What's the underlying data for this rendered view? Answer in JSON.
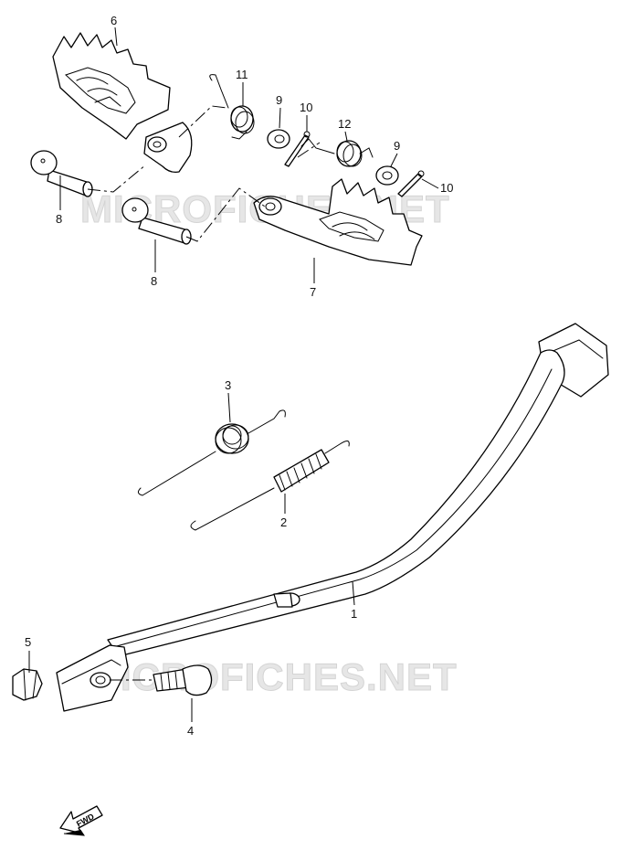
{
  "watermark": {
    "top": "MICROFICHES.NET",
    "bottom": "MICROFICHES.NET"
  },
  "callouts": {
    "c1": "1",
    "c2": "2",
    "c3": "3",
    "c4": "4",
    "c5": "5",
    "c6": "6",
    "c7": "7",
    "c8a": "8",
    "c8b": "8",
    "c9a": "9",
    "c9b": "9",
    "c10a": "10",
    "c10b": "10",
    "c11": "11",
    "c12": "12"
  },
  "fwd_label": "FWD"
}
